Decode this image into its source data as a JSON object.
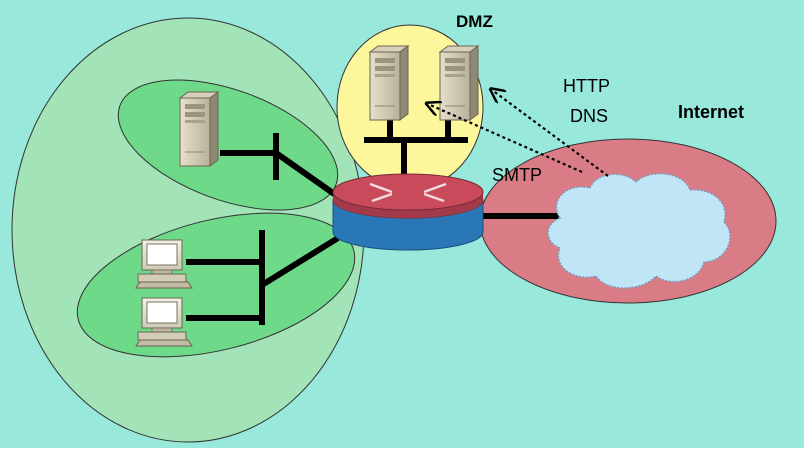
{
  "colors": {
    "background": "#98e8dc",
    "internal_zone": "#a2e3b8",
    "subnet": "#6fd98a",
    "dmz_zone": "#fbf79a",
    "internet_zone": "#d97c86",
    "cloud": "#bfe5f7",
    "router_top": "#c94a5a",
    "router_side": "#2a77b8",
    "link": "#000000"
  },
  "labels": {
    "dmz": "DMZ",
    "internet": "Internet",
    "http": "HTTP",
    "dns": "DNS",
    "smtp": "SMTP"
  },
  "icons": {
    "server": "server-tower-icon",
    "workstation": "desktop-computer-icon",
    "router": "router-icon",
    "cloud": "internet-cloud-icon"
  }
}
